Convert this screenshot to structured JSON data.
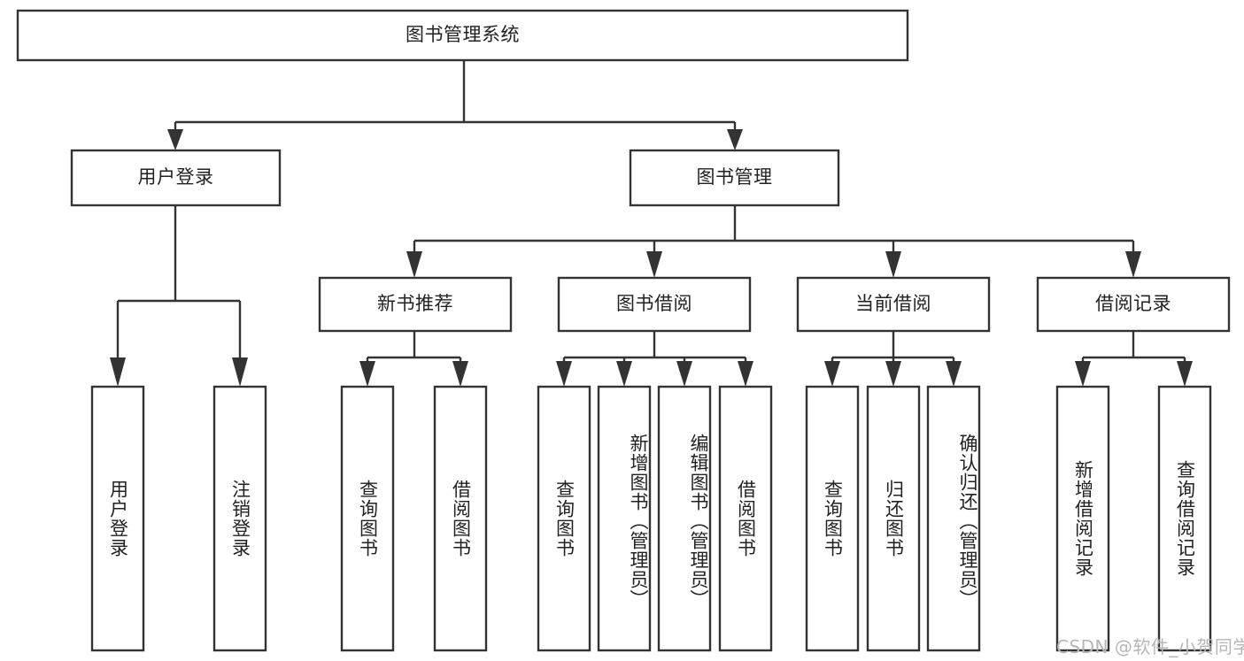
{
  "diagram": {
    "title": "图书管理系统",
    "watermark": "CSDN @软件_小贺同学",
    "root": {
      "label": "图书管理系统"
    },
    "level2": [
      {
        "label": "用户登录"
      },
      {
        "label": "图书管理"
      }
    ],
    "level3": [
      {
        "label": "新书推荐"
      },
      {
        "label": "图书借阅"
      },
      {
        "label": "当前借阅"
      },
      {
        "label": "借阅记录"
      }
    ],
    "leaves": [
      {
        "label": "用户登录"
      },
      {
        "label": "注销登录"
      },
      {
        "label": "查询图书"
      },
      {
        "label": "借阅图书"
      },
      {
        "label": "查询图书"
      },
      {
        "label": "新增图书（管理员）"
      },
      {
        "label": "编辑图书（管理员）"
      },
      {
        "label": "借阅图书"
      },
      {
        "label": "查询图书"
      },
      {
        "label": "归还图书"
      },
      {
        "label": "确认归还（管理员）"
      },
      {
        "label": "新增借阅记录"
      },
      {
        "label": "查询借阅记录"
      }
    ],
    "colors": {
      "stroke": "#333333",
      "fill": "#ffffff",
      "text": "#222222",
      "watermark": "#b6b6b6"
    }
  }
}
